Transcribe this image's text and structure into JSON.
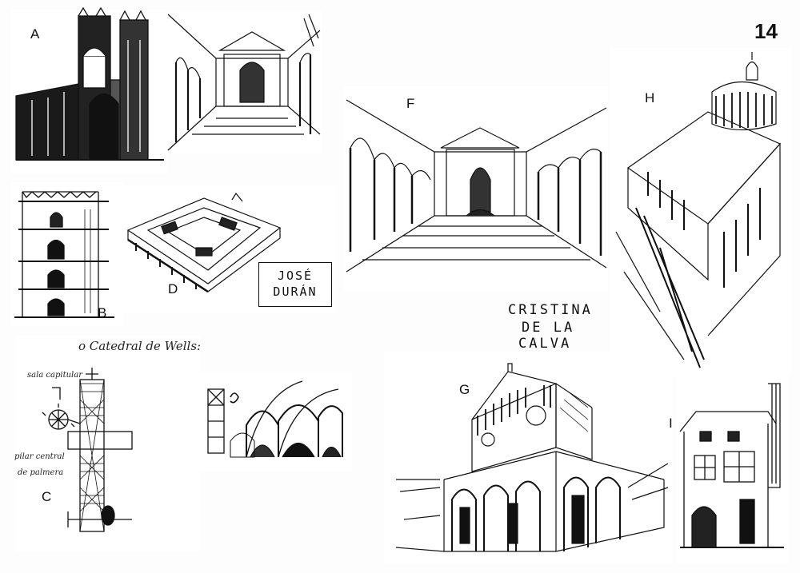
{
  "page_number": "14",
  "labels": {
    "a": "A",
    "b": "B",
    "c": "C",
    "d": "D",
    "f": "F",
    "g": "G",
    "h": "H",
    "i": "I"
  },
  "author_1": {
    "line1": "JOSÉ",
    "line2": "DURÁN"
  },
  "author_2": {
    "line1": "CRISTINA",
    "line2": "DE LA",
    "line3": "CALVA"
  },
  "notes": {
    "cathedral": "o Catedral de Wells:",
    "chapter_house": "sala capitular",
    "pillar": "pilar central",
    "palm": "de palmera"
  },
  "sketches": [
    "gothic-cathedral-facade",
    "courtyard-perspective",
    "tower-elevation",
    "cloister-aerial",
    "arcade-courtyard-perspective",
    "domed-building-aerial",
    "cathedral-floor-plan",
    "vaulted-arcade",
    "romanesque-church-facade",
    "house-facade"
  ]
}
